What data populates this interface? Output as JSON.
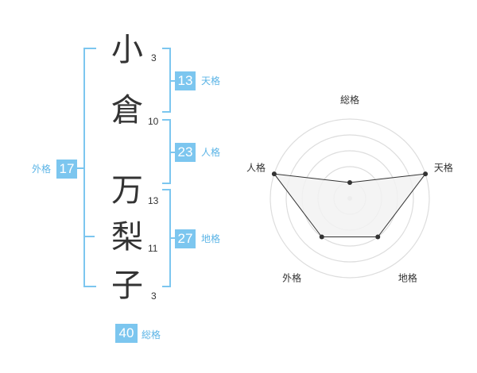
{
  "name": {
    "chars": [
      {
        "kanji": "小",
        "strokes": "3"
      },
      {
        "kanji": "倉",
        "strokes": "10"
      },
      {
        "kanji": "万",
        "strokes": "13"
      },
      {
        "kanji": "梨",
        "strokes": "11"
      },
      {
        "kanji": "子",
        "strokes": "3"
      }
    ]
  },
  "fortunes": {
    "tenkaku": {
      "value": "13",
      "label": "天格"
    },
    "jinkaku": {
      "value": "23",
      "label": "人格"
    },
    "chikaku": {
      "value": "27",
      "label": "地格"
    },
    "gaikaku": {
      "value": "17",
      "label": "外格"
    },
    "soukaku": {
      "value": "40",
      "label": "総格"
    }
  },
  "chart_data": {
    "type": "radar",
    "axes": [
      "総格",
      "天格",
      "地格",
      "外格",
      "人格"
    ],
    "values": [
      1,
      5,
      3,
      3,
      5
    ],
    "max": 5,
    "rings": 5,
    "colors": {
      "fill": "#f2f2f2",
      "line": "#333333",
      "grid": "#dddddd",
      "accent": "#7cc6ef"
    }
  }
}
